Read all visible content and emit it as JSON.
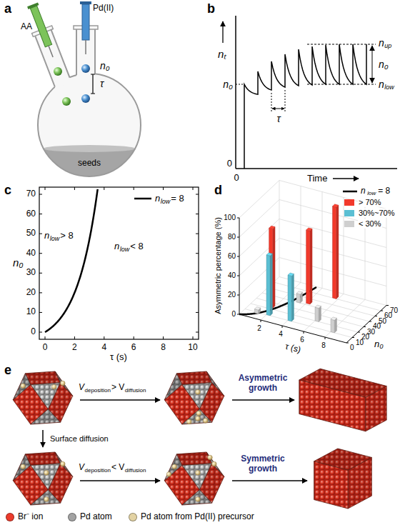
{
  "diagram": {
    "labels": [
      "a",
      "AA",
      "Pd(II)",
      "n₀",
      "τ",
      "seeds",
      "b",
      "nₜ",
      "0",
      "0",
      "n₀",
      "τ",
      "Time",
      "n",
      "up",
      "n₀",
      "n",
      "low",
      "c",
      "0",
      "10",
      "20",
      "30",
      "40",
      "50",
      "60",
      "70",
      "0",
      "2",
      "4",
      "6",
      "8",
      "10",
      "n₀",
      "τ (s)",
      "n",
      "low",
      "> 8",
      "n",
      "low",
      "< 8",
      "n",
      "low",
      "d",
      "0",
      "20",
      "40",
      "60",
      "80",
      "100",
      "Asymmetric percentage (%)",
      "2",
      "4",
      "6",
      "8",
      "τ (s)",
      "0",
      "10",
      "20",
      "30",
      "40",
      "50",
      "60",
      "70",
      "n₀",
      "n",
      "low",
      "e",
      "V",
      "deposition",
      "> V",
      "diffusion",
      "Asymmetric growth",
      "Surface diffusion",
      "V",
      "deposition",
      "< V",
      "diffusion",
      "Symmetric growth"
    ],
    "legend": [
      {
        "text": "= 8"
      },
      {
        "text": "= 8"
      },
      {
        "text": "> 70%",
        "color": "#f2392b"
      },
      {
        "text": "30%~70%",
        "color": "#5bbfd3"
      },
      {
        "text": "< 30%",
        "color": "#cfcfcf"
      },
      {
        "text": "Br⁻ ion",
        "color": "#ec3b2c"
      },
      {
        "text": "Pd atom",
        "color": "#a3a3a3"
      },
      {
        "text": "Pd atom from Pd(II) precursor",
        "color": "#e3d3a4"
      }
    ]
  }
}
